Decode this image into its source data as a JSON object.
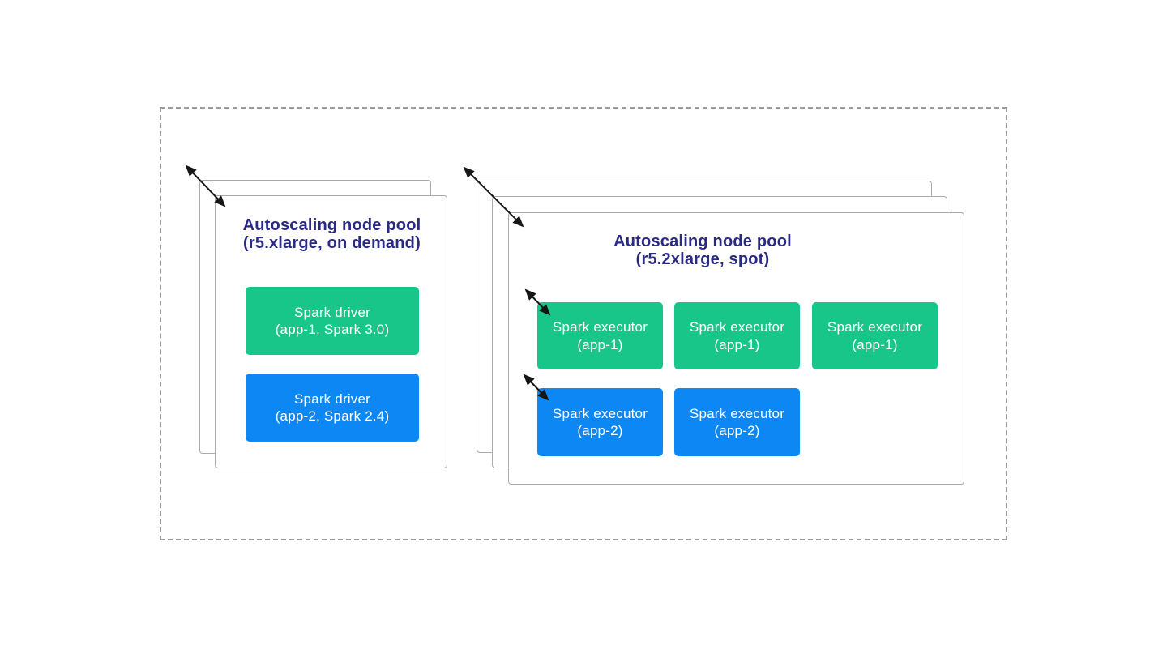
{
  "colors": {
    "page_bg": "#ffffff",
    "card_bg": "#ffffff",
    "card_border": "#ababab",
    "boundary_border": "#9a9a9a",
    "heading": "#2a2a84",
    "green": "#18c689",
    "blue": "#0d87f4",
    "arrow": "#161616"
  },
  "icons": {
    "scale_arrow_icon": "black diagonal double-headed resize/scale arrow"
  },
  "pools": [
    {
      "title": {
        "line1": "Autoscaling node pool",
        "line2": "(r5.xlarge, on demand)"
      },
      "stacked_cards": 2,
      "nodes": [
        {
          "line1": "Spark driver",
          "line2": "(app-1, Spark 3.0)",
          "color": "green"
        },
        {
          "line1": "Spark driver",
          "line2": "(app-2, Spark 2.4)",
          "color": "blue"
        }
      ]
    },
    {
      "title": {
        "line1": "Autoscaling node pool",
        "line2": "(r5.2xlarge, spot)"
      },
      "stacked_cards": 3,
      "nodes": [
        {
          "line1": "Spark executor",
          "line2": "(app-1)",
          "color": "green"
        },
        {
          "line1": "Spark executor",
          "line2": "(app-1)",
          "color": "green"
        },
        {
          "line1": "Spark executor",
          "line2": "(app-1)",
          "color": "green"
        },
        {
          "line1": "Spark executor",
          "line2": "(app-2)",
          "color": "blue"
        },
        {
          "line1": "Spark executor",
          "line2": "(app-2)",
          "color": "blue"
        }
      ]
    }
  ]
}
